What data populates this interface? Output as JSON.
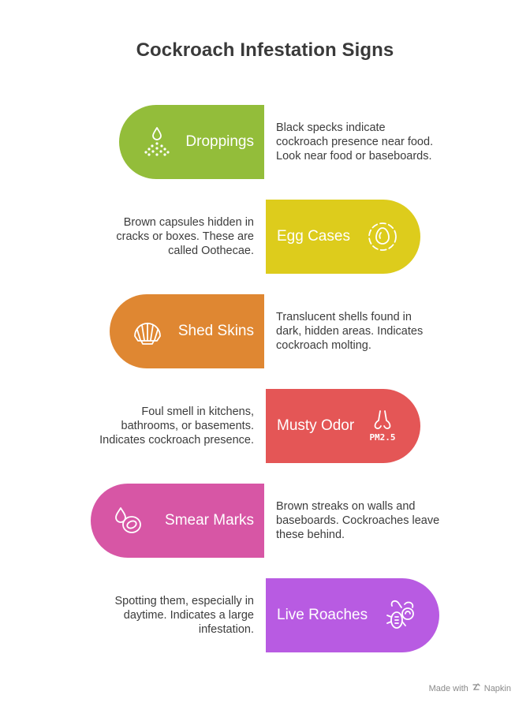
{
  "title": "Cockroach Infestation Signs",
  "colors": {
    "droppings": "#93bd3a",
    "egg_cases": "#ddcc1c",
    "shed_skins": "#df8732",
    "musty_odor": "#e45656",
    "smear_marks": "#d756a5",
    "live_roaches": "#b85be2"
  },
  "items": [
    {
      "label": "Droppings",
      "icon": "droplet-sprinkle-icon",
      "description": [
        "Black specks indicate",
        "cockroach presence near food.",
        "Look near food or baseboards."
      ]
    },
    {
      "label": "Egg Cases",
      "icon": "egg-icon",
      "description": [
        "Brown capsules hidden in",
        "cracks or boxes. These are",
        "called Oothecae."
      ]
    },
    {
      "label": "Shed Skins",
      "icon": "shell-icon",
      "description": [
        "Translucent shells found in",
        "dark, hidden areas. Indicates",
        "cockroach molting."
      ]
    },
    {
      "label": "Musty Odor",
      "icon": "nose-pm25-icon",
      "icon_text": "PM2.5",
      "description": [
        "Foul smell in kitchens,",
        "bathrooms, or basements.",
        "Indicates cockroach presence."
      ]
    },
    {
      "label": "Smear Marks",
      "icon": "stain-icon",
      "description": [
        "Brown streaks on walls and",
        "baseboards. Cockroaches leave",
        "these behind."
      ]
    },
    {
      "label": "Live Roaches",
      "icon": "bug-icon",
      "description": [
        "Spotting them, especially in",
        "daytime. Indicates a large",
        "infestation."
      ]
    }
  ],
  "footer": {
    "text": "Made with",
    "brand": "Napkin",
    "icon": "napkin-logo-icon"
  }
}
